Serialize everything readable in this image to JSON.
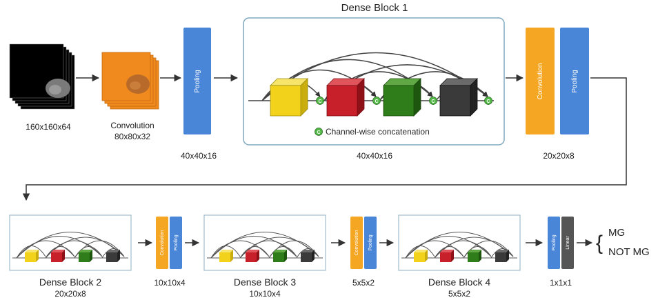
{
  "top": {
    "input_dims": "160x160x64",
    "conv1_label": "Convolution",
    "conv1_dims": "80x80x32",
    "pool1_label": "Pooling",
    "pool1_dims": "40x40x16",
    "dense1_title": "Dense Block 1",
    "dense1_dims": "40x40x16",
    "concat_symbol": "C",
    "concat_legend": "Channel-wise concatenation",
    "conv2_label": "Convolution",
    "pool2_label": "Pooling",
    "trans1_dims": "20x20x8"
  },
  "bottom": {
    "dense2_title": "Dense Block 2",
    "dense2_dims": "20x20x8",
    "trans2_conv": "Convolution",
    "trans2_pool": "Pooling",
    "trans2_dims": "10x10x4",
    "dense3_title": "Dense Block 3",
    "dense3_dims": "10x10x4",
    "trans3_conv": "Convolution",
    "trans3_pool": "Pooling",
    "trans3_dims": "5x5x2",
    "dense4_title": "Dense Block 4",
    "dense4_dims": "5x5x2",
    "final_pool": "Pooling",
    "final_linear": "Linear",
    "final_dims": "1x1x1",
    "brace": "{",
    "out_mg": "MG",
    "out_not_mg": "NOT MG"
  },
  "colors": {
    "conv_orange": "#f5a623",
    "pool_blue": "#4a86d8",
    "cube_yellow": "#f2d21b",
    "cube_red": "#c8202a",
    "cube_green": "#2f7d1a",
    "cube_gray": "#3a3a3a",
    "concat_green": "#54b848",
    "linear_gray": "#555555",
    "block_border": "#7fa8c0"
  }
}
